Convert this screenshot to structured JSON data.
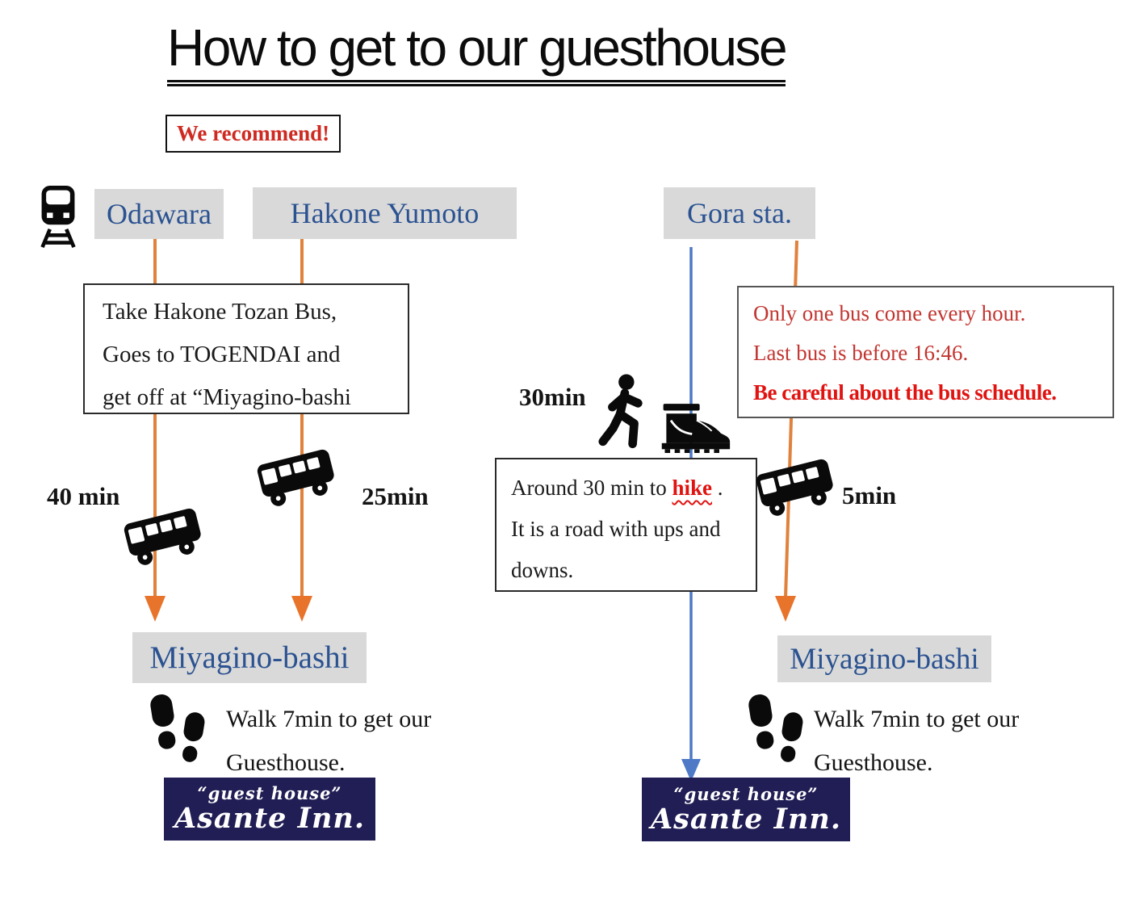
{
  "title": "How to get to our guesthouse",
  "badge": {
    "label": "We recommend!"
  },
  "stations": {
    "odawara": "Odawara",
    "hakone_yumoto": "Hakone Yumoto",
    "gora": "Gora sta."
  },
  "left_route": {
    "instruction": {
      "line1": "Take Hakone Tozan Bus,",
      "line2": "Goes to TOGENDAI and",
      "line3": "get off at “Miyagino-bashi"
    },
    "duration_from_odawara": "40 min",
    "duration_from_hakone_yumoto": "25min",
    "stop_label": "Miyagino-bashi",
    "walk_note": {
      "line1": "Walk 7min to get our",
      "line2": "Guesthouse."
    }
  },
  "right_route": {
    "bus_warning": {
      "line1": "Only one bus come every hour.",
      "line2": "Last bus is before 16:46.",
      "line3": "Be careful about the bus schedule."
    },
    "hike_duration": "30min",
    "hike_note": {
      "line1_before": "Around 30 min to",
      "line1_highlight": "hike",
      "line1_after": ".",
      "line2": "It is a road with ups and",
      "line3": "downs."
    },
    "bus_duration": "5min",
    "stop_label": "Miyagino-bashi",
    "walk_note": {
      "line1": "Walk 7min to get our",
      "line2": "Guesthouse."
    }
  },
  "guesthouse_logo": {
    "tagline": "“guest house”",
    "name": "Asante Inn."
  },
  "icons": {
    "train": "train-front",
    "bus": "bus-side",
    "walker": "walking-person",
    "boot": "hiking-boot",
    "footprints": "footprints",
    "orange_arrow": "arrow-down-orange",
    "blue_arrow": "arrow-down-blue"
  },
  "colors": {
    "route_orange": "#E0813C",
    "route_blue": "#4D79C6",
    "station_text_blue": "#2B5291",
    "station_bg_gray": "#D9D9D9",
    "warning_red": "#C23530",
    "warning_red_bold": "#E01310",
    "badge_red": "#CE2A21",
    "logo_navy": "#211E55"
  }
}
